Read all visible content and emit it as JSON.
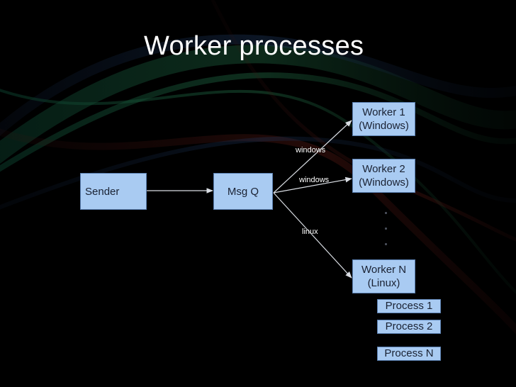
{
  "slide": {
    "title": "Worker processes"
  },
  "diagram": {
    "nodes": {
      "sender": "Sender",
      "msg_q": "Msg Q",
      "worker1": {
        "line1": "Worker 1",
        "line2": "(Windows)"
      },
      "worker2": {
        "line1": "Worker 2",
        "line2": "(Windows)"
      },
      "workerN": {
        "line1": "Worker N",
        "line2": "(Linux)"
      }
    },
    "edge_labels": {
      "to_worker1": "windows",
      "to_worker2": "windows",
      "to_workerN": "linux"
    },
    "processes": [
      "Process 1",
      "Process 2",
      "Process N"
    ]
  },
  "colors": {
    "box_fill": "#a9cbf2",
    "box_border": "#5a7fb0",
    "arrow": "#d9dde3",
    "background": "#000000"
  }
}
